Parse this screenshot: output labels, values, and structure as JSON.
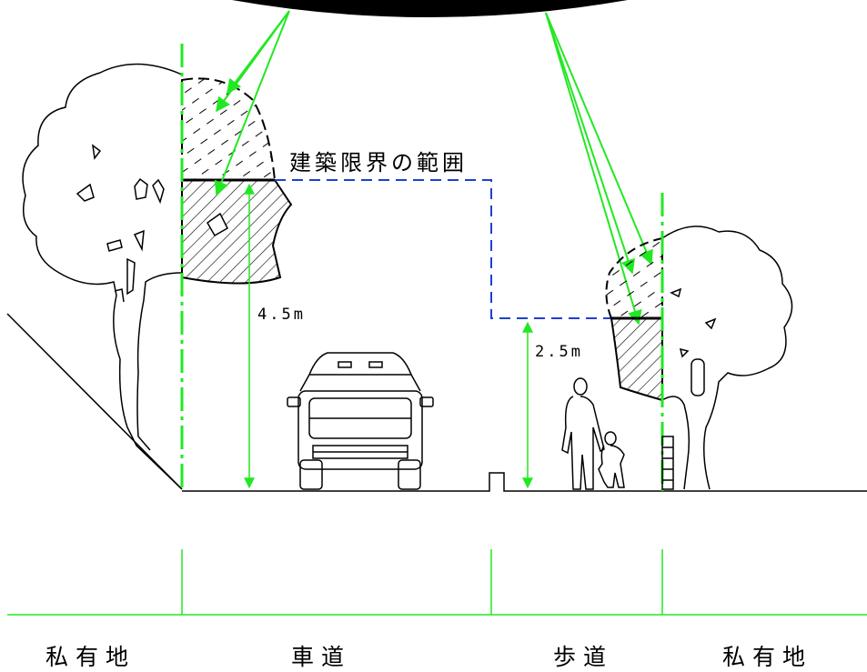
{
  "clearance": {
    "title": "建築限界の範囲",
    "roadway_height": "4.5m",
    "sidewalk_height": "2.5m"
  },
  "zones": {
    "private_left": "私有地",
    "roadway": "車道",
    "sidewalk": "歩道",
    "private_right": "私有地"
  },
  "colors": {
    "guide_green": "#22e822",
    "clearance_blue": "#1f3fd0",
    "line": "#000000"
  }
}
